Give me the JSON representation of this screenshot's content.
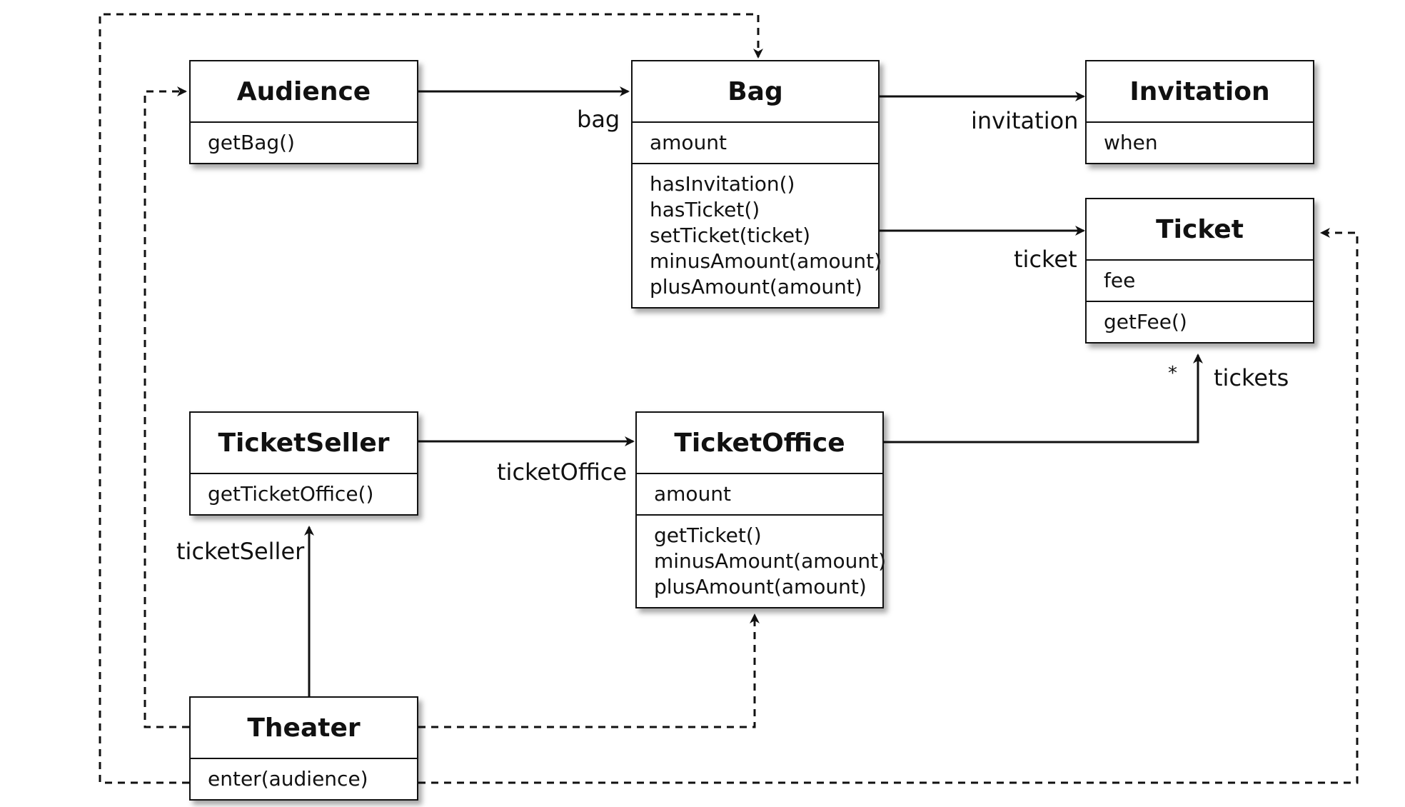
{
  "classes": {
    "audience": {
      "name": "Audience",
      "attributes": [],
      "methods": [
        "getBag()"
      ]
    },
    "bag": {
      "name": "Bag",
      "attributes": [
        "amount"
      ],
      "methods": [
        "hasInvitation()",
        "hasTicket()",
        "setTicket(ticket)",
        "minusAmount(amount)",
        "plusAmount(amount)"
      ]
    },
    "invitation": {
      "name": "Invitation",
      "attributes": [
        "when"
      ],
      "methods": []
    },
    "ticket": {
      "name": "Ticket",
      "attributes": [
        "fee"
      ],
      "methods": [
        "getFee()"
      ]
    },
    "ticketseller": {
      "name": "TicketSeller",
      "attributes": [],
      "methods": [
        "getTicketOffice()"
      ]
    },
    "ticketoffice": {
      "name": "TicketOffice",
      "attributes": [
        "amount"
      ],
      "methods": [
        "getTicket()",
        "minusAmount(amount)",
        "plusAmount(amount)"
      ]
    },
    "theater": {
      "name": "Theater",
      "attributes": [],
      "methods": [
        "enter(audience)"
      ]
    }
  },
  "relations": {
    "bag": "bag",
    "invitation": "invitation",
    "ticket": "ticket",
    "tickets": "tickets",
    "tickets_multiplicity": "*",
    "ticketOffice": "ticketOffice",
    "ticketSeller": "ticketSeller"
  }
}
